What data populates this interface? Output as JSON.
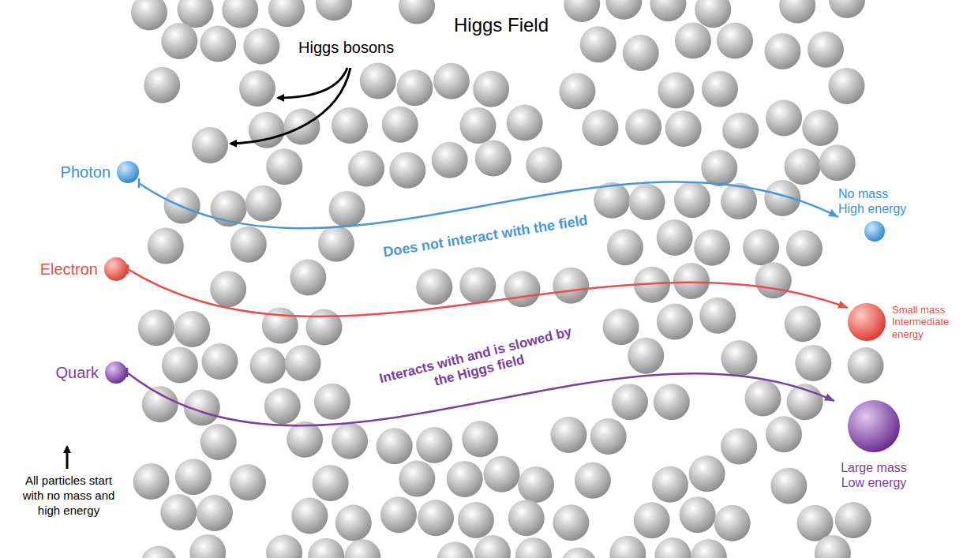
{
  "diagram": {
    "title": "Higgs Field",
    "nodes": [
      {
        "text": [
          "Photon"
        ]
      },
      {
        "text": [
          "Electron"
        ]
      },
      {
        "text": [
          "Quark"
        ]
      },
      {
        "text": [
          "No mass High energy"
        ]
      },
      {
        "text": [
          "Small mass Intermediate energy"
        ]
      },
      {
        "text": [
          "Large mass Low energy"
        ]
      }
    ],
    "edges": [
      {
        "from": 0,
        "to": 3,
        "arrow": "to",
        "label": "Does not interact with the field"
      },
      {
        "from": 1,
        "to": 4,
        "arrow": "to"
      },
      {
        "from": 2,
        "to": 5,
        "arrow": "to",
        "label": "Interacts with and is slowed by the Higgs field"
      }
    ],
    "labels": [
      "Higgs bosons",
      "All particles start with no mass and high energy"
    ]
  }
}
